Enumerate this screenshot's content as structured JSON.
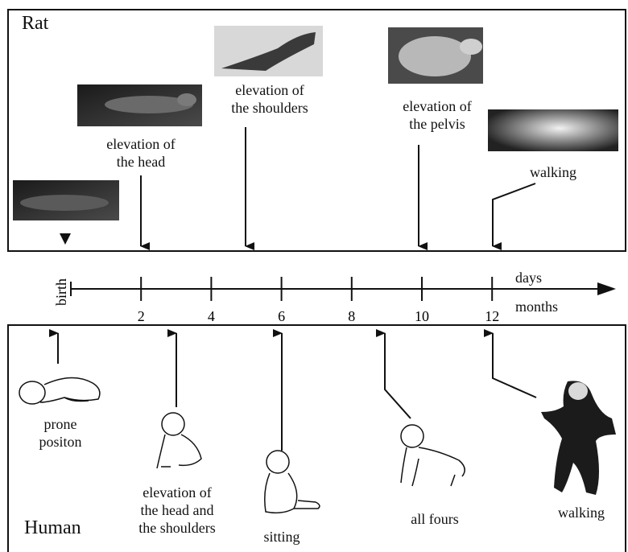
{
  "rat_panel": {
    "title": "Rat",
    "stages": [
      {
        "label": "elevation of\nthe head",
        "day": 2
      },
      {
        "label": "elevation of\nthe shoulders",
        "day": 5
      },
      {
        "label": "elevation of\nthe pelvis",
        "day": 10
      },
      {
        "label": "walking",
        "day": 12
      }
    ],
    "birth_day": 0
  },
  "timeline": {
    "origin_label": "birth",
    "ticks": [
      "2",
      "4",
      "6",
      "8",
      "10",
      "12"
    ],
    "unit_top": "days",
    "unit_bottom": "months"
  },
  "human_panel": {
    "title": "Human",
    "stages": [
      {
        "label": "prone\npositon",
        "month": 0
      },
      {
        "label": "elevation of\nthe head and\nthe shoulders",
        "month": 3
      },
      {
        "label": "sitting",
        "month": 6
      },
      {
        "label": "all fours",
        "month": 9
      },
      {
        "label": "walking",
        "month": 12
      }
    ]
  },
  "colors": {
    "line": "#111111",
    "photo_dark": "#2a2a2a",
    "photo_mid": "#6b6b6b",
    "photo_light": "#cfcfcf"
  }
}
